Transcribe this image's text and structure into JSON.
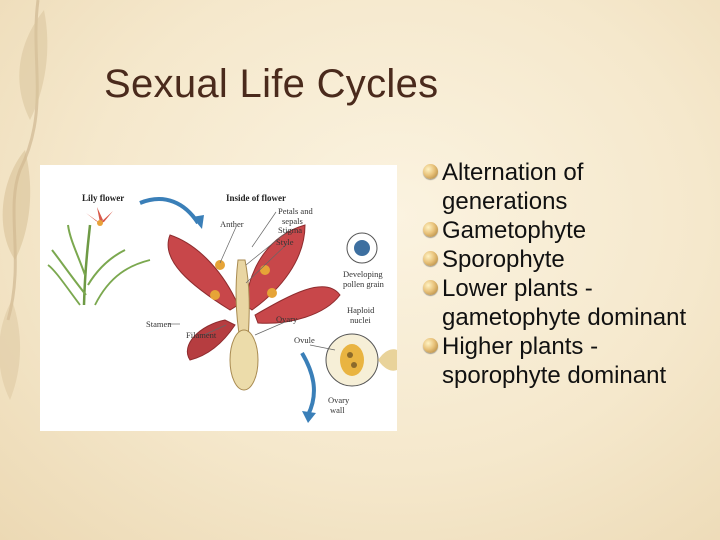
{
  "slide": {
    "title": "Sexual Life Cycles",
    "bullets": [
      "Alternation of generations",
      "Gametophyte",
      "Sporophyte",
      "Lower plants - gametophyte dominant",
      "Higher plants - sporophyte dominant"
    ]
  },
  "figure": {
    "labels": {
      "lily_flower": "Lily flower",
      "inside_flower": "Inside of flower",
      "petals_sepals_1": "Petals and",
      "petals_sepals_2": "sepals",
      "anther": "Anther",
      "stigma": "Stigma",
      "style": "Style",
      "developing_1": "Developing",
      "developing_2": "pollen grain",
      "haploid_1": "Haploid",
      "haploid_2": "nuclei",
      "stamen": "Stamen",
      "filament": "Filament",
      "ovary": "Ovary",
      "ovule": "Ovule",
      "ovary_wall_1": "Ovary",
      "ovary_wall_2": "wall"
    }
  },
  "colors": {
    "title": "#4a2a1c",
    "petal": "#c8474a",
    "arrow": "#3a7fb8",
    "bullet": "#d8b068"
  }
}
